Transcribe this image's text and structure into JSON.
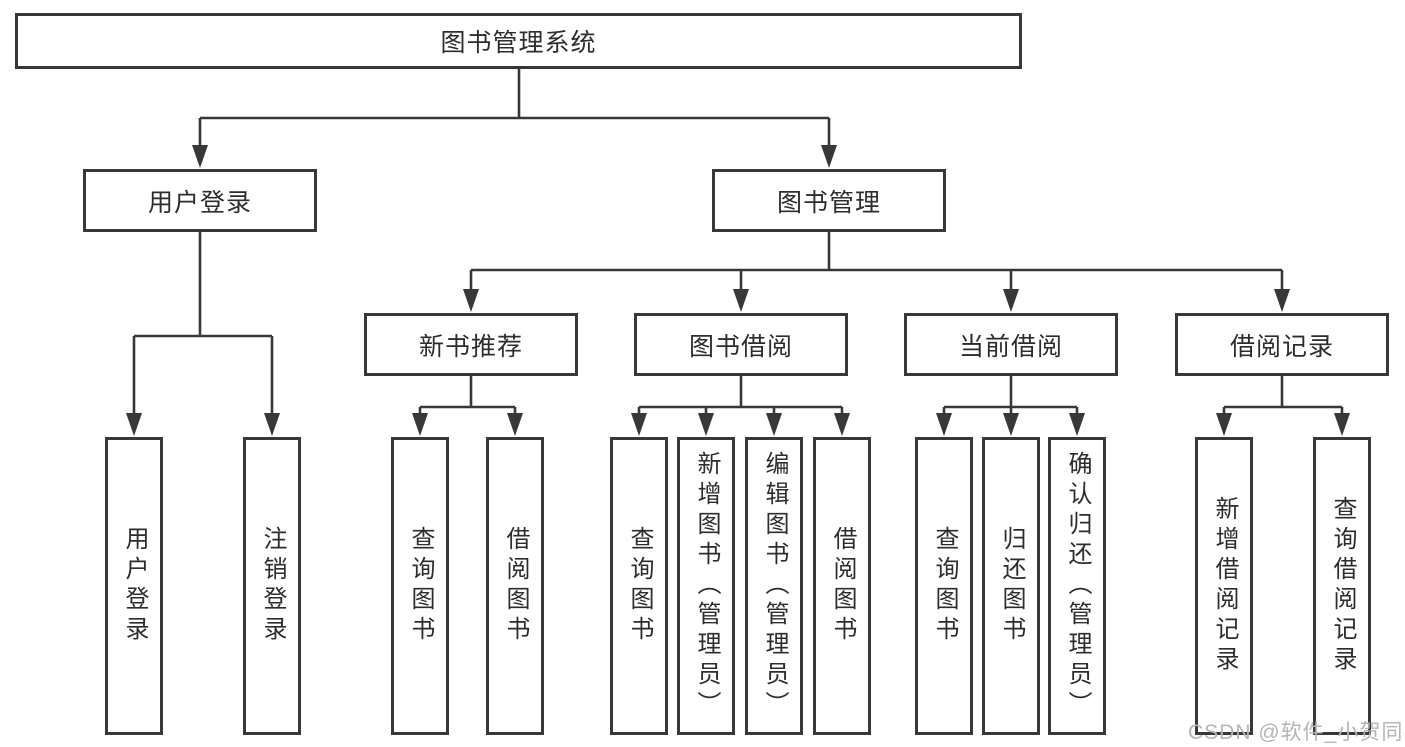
{
  "colors": {
    "line": "#383838",
    "box_border": "#383838",
    "box_background": "#ffffff",
    "text": "#2d2d2d",
    "watermark": "#b5b5b5"
  },
  "tree": {
    "root": {
      "label": "图书管理系统"
    },
    "branches": [
      {
        "label": "用户登录",
        "children": [
          {
            "label": "用户登录"
          },
          {
            "label": "注销登录"
          }
        ]
      },
      {
        "label": "图书管理",
        "groups": [
          {
            "label": "新书推荐",
            "children": [
              {
                "label": "查询图书"
              },
              {
                "label": "借阅图书"
              }
            ]
          },
          {
            "label": "图书借阅",
            "children": [
              {
                "label": "查询图书"
              },
              {
                "label": "新增图书（管理员）"
              },
              {
                "label": "编辑图书（管理员）"
              },
              {
                "label": "借阅图书"
              }
            ]
          },
          {
            "label": "当前借阅",
            "children": [
              {
                "label": "查询图书"
              },
              {
                "label": "归还图书"
              },
              {
                "label": "确认归还（管理员）"
              }
            ]
          },
          {
            "label": "借阅记录",
            "children": [
              {
                "label": "新增借阅记录"
              },
              {
                "label": "查询借阅记录"
              }
            ]
          }
        ]
      }
    ]
  },
  "watermark": {
    "text": "CSDN @软件_小贺同学"
  }
}
